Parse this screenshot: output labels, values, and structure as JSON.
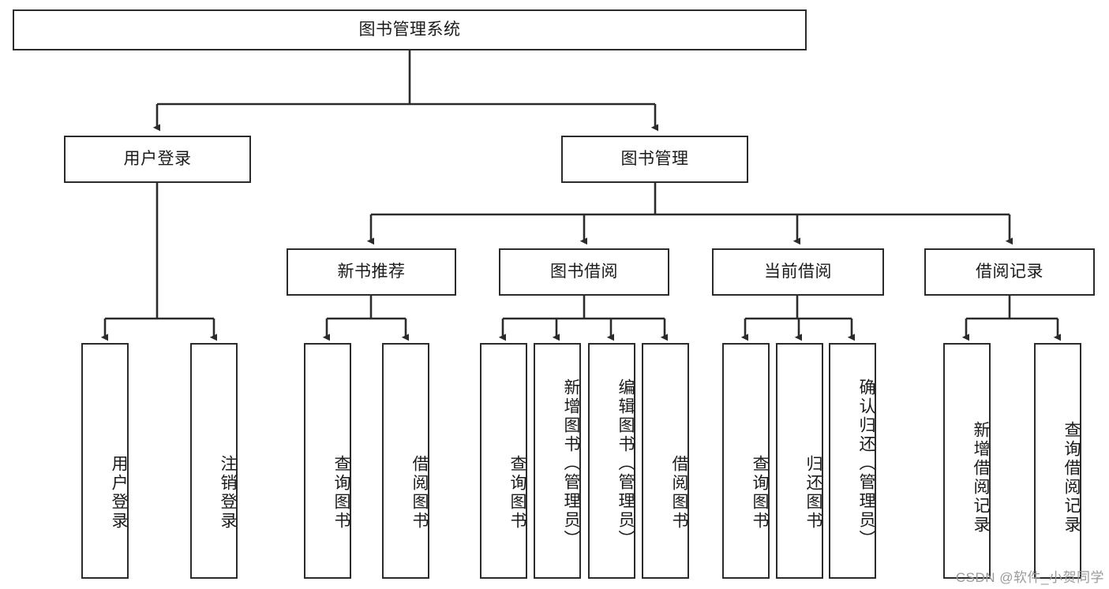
{
  "diagram": {
    "title": "图书管理系统",
    "type": "hierarchy-tree",
    "root": {
      "label": "图书管理系统"
    },
    "level2": [
      {
        "label": "用户登录"
      },
      {
        "label": "图书管理"
      }
    ],
    "level3": [
      {
        "label": "新书推荐"
      },
      {
        "label": "图书借阅"
      },
      {
        "label": "当前借阅"
      },
      {
        "label": "借阅记录"
      }
    ],
    "leaves": {
      "user_login": [
        {
          "label": "用户登录"
        },
        {
          "label": "注销登录"
        }
      ],
      "new_book_recommend": [
        {
          "label": "查询图书"
        },
        {
          "label": "借阅图书"
        }
      ],
      "book_borrow": [
        {
          "label": "查询图书"
        },
        {
          "label": "新增图书（管理员）"
        },
        {
          "label": "编辑图书（管理员）"
        },
        {
          "label": "借阅图书"
        }
      ],
      "current_borrow": [
        {
          "label": "查询图书"
        },
        {
          "label": "归还图书"
        },
        {
          "label": "确认归还（管理员）"
        }
      ],
      "borrow_record": [
        {
          "label": "新增借阅记录"
        },
        {
          "label": "查询借阅记录"
        }
      ]
    }
  },
  "watermark": {
    "text": "CSDN @软件_小贺同学"
  },
  "colors": {
    "stroke": "#2b2b2b",
    "fill": "#ffffff",
    "text": "#1a1a1a",
    "watermark": "#9a9a9a"
  }
}
